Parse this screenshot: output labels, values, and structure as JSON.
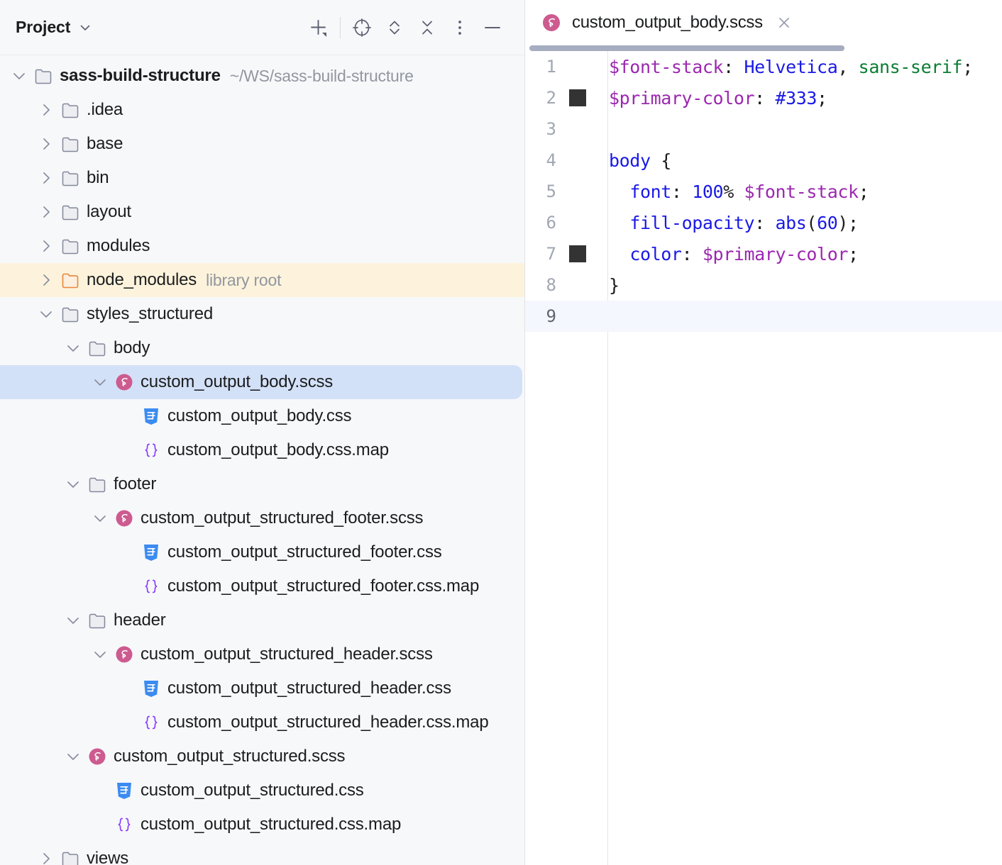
{
  "toolwindow": {
    "title": "Project",
    "title_chevron_icon": "chevron-down-icon",
    "actions": [
      {
        "name": "add-new-button",
        "icon": "plus-icon",
        "label": ""
      },
      {
        "name": "select-opened-file-button",
        "icon": "crosshair-target-icon",
        "label": ""
      },
      {
        "name": "expand-collapse-button",
        "icon": "chevron-up-down-icon",
        "label": ""
      },
      {
        "name": "collapse-all-button",
        "icon": "collapse-all-icon",
        "label": ""
      },
      {
        "name": "options-menu-button",
        "icon": "more-vertical-icon",
        "label": ""
      },
      {
        "name": "hide-toolwindow-button",
        "icon": "minus-icon",
        "label": ""
      }
    ]
  },
  "tree": {
    "rows": [
      {
        "label": "sass-build-structure",
        "sublabel": "~/WS/sass-build-structure",
        "indent": 0,
        "arrow": "down",
        "icon": "folder-icon",
        "bold": true,
        "selected": false,
        "marked": false,
        "name": "tree-row-sass-build-structure"
      },
      {
        "label": ".idea",
        "sublabel": "",
        "indent": 1,
        "arrow": "right",
        "icon": "folder-icon",
        "bold": false,
        "selected": false,
        "marked": false,
        "name": "tree-row-idea"
      },
      {
        "label": "base",
        "sublabel": "",
        "indent": 1,
        "arrow": "right",
        "icon": "folder-icon",
        "bold": false,
        "selected": false,
        "marked": false,
        "name": "tree-row-base"
      },
      {
        "label": "bin",
        "sublabel": "",
        "indent": 1,
        "arrow": "right",
        "icon": "folder-icon",
        "bold": false,
        "selected": false,
        "marked": false,
        "name": "tree-row-bin"
      },
      {
        "label": "layout",
        "sublabel": "",
        "indent": 1,
        "arrow": "right",
        "icon": "folder-icon",
        "bold": false,
        "selected": false,
        "marked": false,
        "name": "tree-row-layout"
      },
      {
        "label": "modules",
        "sublabel": "",
        "indent": 1,
        "arrow": "right",
        "icon": "folder-icon",
        "bold": false,
        "selected": false,
        "marked": false,
        "name": "tree-row-modules"
      },
      {
        "label": "node_modules",
        "sublabel": "library root",
        "indent": 1,
        "arrow": "right",
        "icon": "folder-library-icon",
        "bold": false,
        "selected": false,
        "marked": true,
        "name": "tree-row-node-modules"
      },
      {
        "label": "styles_structured",
        "sublabel": "",
        "indent": 1,
        "arrow": "down",
        "icon": "folder-icon",
        "bold": false,
        "selected": false,
        "marked": false,
        "name": "tree-row-styles-structured"
      },
      {
        "label": "body",
        "sublabel": "",
        "indent": 2,
        "arrow": "down",
        "icon": "folder-icon",
        "bold": false,
        "selected": false,
        "marked": false,
        "name": "tree-row-body"
      },
      {
        "label": "custom_output_body.scss",
        "sublabel": "",
        "indent": 3,
        "arrow": "down",
        "icon": "scss-icon",
        "bold": false,
        "selected": true,
        "marked": false,
        "name": "tree-row-custom-output-body-scss"
      },
      {
        "label": "custom_output_body.css",
        "sublabel": "",
        "indent": 4,
        "arrow": "none",
        "icon": "css-icon",
        "bold": false,
        "selected": false,
        "marked": false,
        "name": "tree-row-custom-output-body-css"
      },
      {
        "label": "custom_output_body.css.map",
        "sublabel": "",
        "indent": 4,
        "arrow": "none",
        "icon": "map-icon",
        "bold": false,
        "selected": false,
        "marked": false,
        "name": "tree-row-custom-output-body-css-map"
      },
      {
        "label": "footer",
        "sublabel": "",
        "indent": 2,
        "arrow": "down",
        "icon": "folder-icon",
        "bold": false,
        "selected": false,
        "marked": false,
        "name": "tree-row-footer"
      },
      {
        "label": "custom_output_structured_footer.scss",
        "sublabel": "",
        "indent": 3,
        "arrow": "down",
        "icon": "scss-icon",
        "bold": false,
        "selected": false,
        "marked": false,
        "name": "tree-row-custom-output-structured-footer-scss"
      },
      {
        "label": "custom_output_structured_footer.css",
        "sublabel": "",
        "indent": 4,
        "arrow": "none",
        "icon": "css-icon",
        "bold": false,
        "selected": false,
        "marked": false,
        "name": "tree-row-custom-output-structured-footer-css"
      },
      {
        "label": "custom_output_structured_footer.css.map",
        "sublabel": "",
        "indent": 4,
        "arrow": "none",
        "icon": "map-icon",
        "bold": false,
        "selected": false,
        "marked": false,
        "name": "tree-row-custom-output-structured-footer-css-map"
      },
      {
        "label": "header",
        "sublabel": "",
        "indent": 2,
        "arrow": "down",
        "icon": "folder-icon",
        "bold": false,
        "selected": false,
        "marked": false,
        "name": "tree-row-header"
      },
      {
        "label": "custom_output_structured_header.scss",
        "sublabel": "",
        "indent": 3,
        "arrow": "down",
        "icon": "scss-icon",
        "bold": false,
        "selected": false,
        "marked": false,
        "name": "tree-row-custom-output-structured-header-scss"
      },
      {
        "label": "custom_output_structured_header.css",
        "sublabel": "",
        "indent": 4,
        "arrow": "none",
        "icon": "css-icon",
        "bold": false,
        "selected": false,
        "marked": false,
        "name": "tree-row-custom-output-structured-header-css"
      },
      {
        "label": "custom_output_structured_header.css.map",
        "sublabel": "",
        "indent": 4,
        "arrow": "none",
        "icon": "map-icon",
        "bold": false,
        "selected": false,
        "marked": false,
        "name": "tree-row-custom-output-structured-header-css-map"
      },
      {
        "label": "custom_output_structured.scss",
        "sublabel": "",
        "indent": 2,
        "arrow": "down",
        "icon": "scss-icon",
        "bold": false,
        "selected": false,
        "marked": false,
        "name": "tree-row-custom-output-structured-scss"
      },
      {
        "label": "custom_output_structured.css",
        "sublabel": "",
        "indent": 3,
        "arrow": "none",
        "icon": "css-icon",
        "bold": false,
        "selected": false,
        "marked": false,
        "name": "tree-row-custom-output-structured-css"
      },
      {
        "label": "custom_output_structured.css.map",
        "sublabel": "",
        "indent": 3,
        "arrow": "none",
        "icon": "map-icon",
        "bold": false,
        "selected": false,
        "marked": false,
        "name": "tree-row-custom-output-structured-css-map"
      },
      {
        "label": "views",
        "sublabel": "",
        "indent": 1,
        "arrow": "right",
        "icon": "folder-icon",
        "bold": false,
        "selected": false,
        "marked": false,
        "name": "tree-row-views"
      }
    ]
  },
  "editor": {
    "tab": {
      "title": "custom_output_body.scss",
      "icon": "scss-icon",
      "close_icon": "close-icon",
      "active": true
    },
    "lines": [
      {
        "num": "1",
        "swatch": "",
        "tokens": [
          {
            "t": "$font-stack",
            "c": "tk-var"
          },
          {
            "t": ": ",
            "c": "tk-punct"
          },
          {
            "t": "Helvetica",
            "c": "tk-ident"
          },
          {
            "t": ", ",
            "c": "tk-punct"
          },
          {
            "t": "sans-serif",
            "c": "tk-string"
          },
          {
            "t": ";",
            "c": "tk-punct"
          }
        ],
        "current": false
      },
      {
        "num": "2",
        "swatch": "#333333",
        "tokens": [
          {
            "t": "$primary-color",
            "c": "tk-var"
          },
          {
            "t": ": ",
            "c": "tk-punct"
          },
          {
            "t": "#333",
            "c": "tk-ident"
          },
          {
            "t": ";",
            "c": "tk-punct"
          }
        ],
        "current": false
      },
      {
        "num": "3",
        "swatch": "",
        "tokens": [],
        "current": false
      },
      {
        "num": "4",
        "swatch": "",
        "tokens": [
          {
            "t": "body",
            "c": "tk-ident"
          },
          {
            "t": " {",
            "c": "tk-punct"
          }
        ],
        "current": false
      },
      {
        "num": "5",
        "swatch": "",
        "tokens": [
          {
            "t": "  ",
            "c": "tk-plain"
          },
          {
            "t": "font",
            "c": "tk-prop"
          },
          {
            "t": ": ",
            "c": "tk-punct"
          },
          {
            "t": "100",
            "c": "tk-num"
          },
          {
            "t": "%",
            "c": "tk-plain"
          },
          {
            "t": " ",
            "c": "tk-plain"
          },
          {
            "t": "$font-stack",
            "c": "tk-var"
          },
          {
            "t": ";",
            "c": "tk-punct"
          }
        ],
        "current": false
      },
      {
        "num": "6",
        "swatch": "",
        "tokens": [
          {
            "t": "  ",
            "c": "tk-plain"
          },
          {
            "t": "fill-opacity",
            "c": "tk-prop"
          },
          {
            "t": ": ",
            "c": "tk-punct"
          },
          {
            "t": "abs",
            "c": "tk-prop"
          },
          {
            "t": "(",
            "c": "tk-punct"
          },
          {
            "t": "60",
            "c": "tk-num"
          },
          {
            "t": ")",
            "c": "tk-punct"
          },
          {
            "t": ";",
            "c": "tk-punct"
          }
        ],
        "current": false
      },
      {
        "num": "7",
        "swatch": "#333333",
        "tokens": [
          {
            "t": "  ",
            "c": "tk-plain"
          },
          {
            "t": "color",
            "c": "tk-prop"
          },
          {
            "t": ": ",
            "c": "tk-punct"
          },
          {
            "t": "$primary-color",
            "c": "tk-var"
          },
          {
            "t": ";",
            "c": "tk-punct"
          }
        ],
        "current": false
      },
      {
        "num": "8",
        "swatch": "",
        "tokens": [
          {
            "t": "}",
            "c": "tk-punct"
          }
        ],
        "current": false
      },
      {
        "num": "9",
        "swatch": "",
        "tokens": [],
        "current": true
      }
    ]
  },
  "colors": {
    "selection": "#d3e1f8",
    "library_root_highlight": "#fdf3dc",
    "panel_bg": "#f7f8fa",
    "editor_bg": "#ffffff",
    "current_line": "#f4f7fd",
    "scss_icon": "#cd5b8f",
    "css_icon": "#3b8bf0",
    "map_icon": "#8a3ffc",
    "folder_library": "#e8873a",
    "tab_underline": "#a7adc0",
    "swatch": "#333333"
  }
}
